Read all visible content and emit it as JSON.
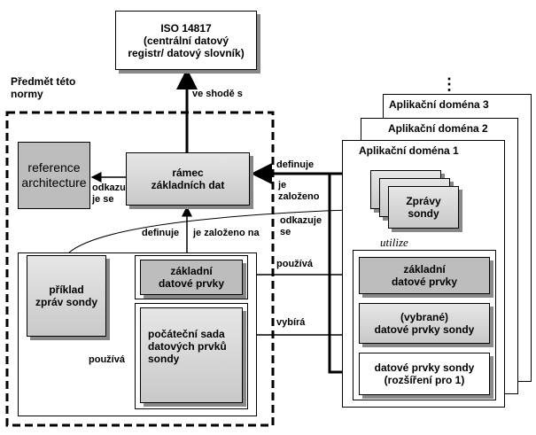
{
  "iso": "ISO 14817\n(centrální datový\nregistr/ datový slovník)",
  "scope_title": "Předmět této\nnormy",
  "ref_arch": "reference\narchitecture",
  "ramec": "rámec\nzákladních dat",
  "priklad": "příklad\nzpráv sondy",
  "zakladni_left": "základní\ndatové prvky",
  "pocatecni": "počáteční sada\ndatových prvků\nsondy",
  "dots": "⋮",
  "domain3": "Aplikační doména 3",
  "domain2": "Aplikační doména 2",
  "domain1": "Aplikační doména 1",
  "zpravy": "Zprávy\nsondy",
  "utilize": "utilize",
  "zakladni_right": "základní\ndatové prvky",
  "vybrane": "(vybrané)\ndatové prvky sondy",
  "rozsireni": "datové prvky sondy\n(rozšíření pro 1)",
  "labels": {
    "ve_shode": "ve shodě s",
    "odkazuje_se_left": "odkazu\nje se",
    "definuje_mid": "definuje",
    "je_zalozeno_na": "je založeno na",
    "definuje_right": "definuje",
    "je_zalozeno_right": "je\nzaloženo",
    "odkazuje_se_right": "odkazuje\nse",
    "pouziva_right": "používá",
    "vybira": "vybírá",
    "pouziva_left": "používá"
  }
}
